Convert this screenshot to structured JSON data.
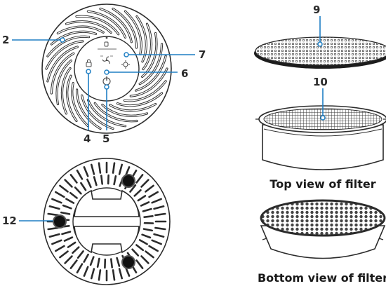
{
  "callouts": {
    "n2": "2",
    "n4": "4",
    "n5": "5",
    "n6": "6",
    "n7": "7",
    "n9": "9",
    "n10": "10",
    "n12": "12"
  },
  "captions": {
    "top_view": "Top view of filter",
    "bottom_view": "Bottom view of filter"
  },
  "colors": {
    "leader_line": "#1f7fc4",
    "outline": "#2b2b2b",
    "foot": "#111111"
  }
}
